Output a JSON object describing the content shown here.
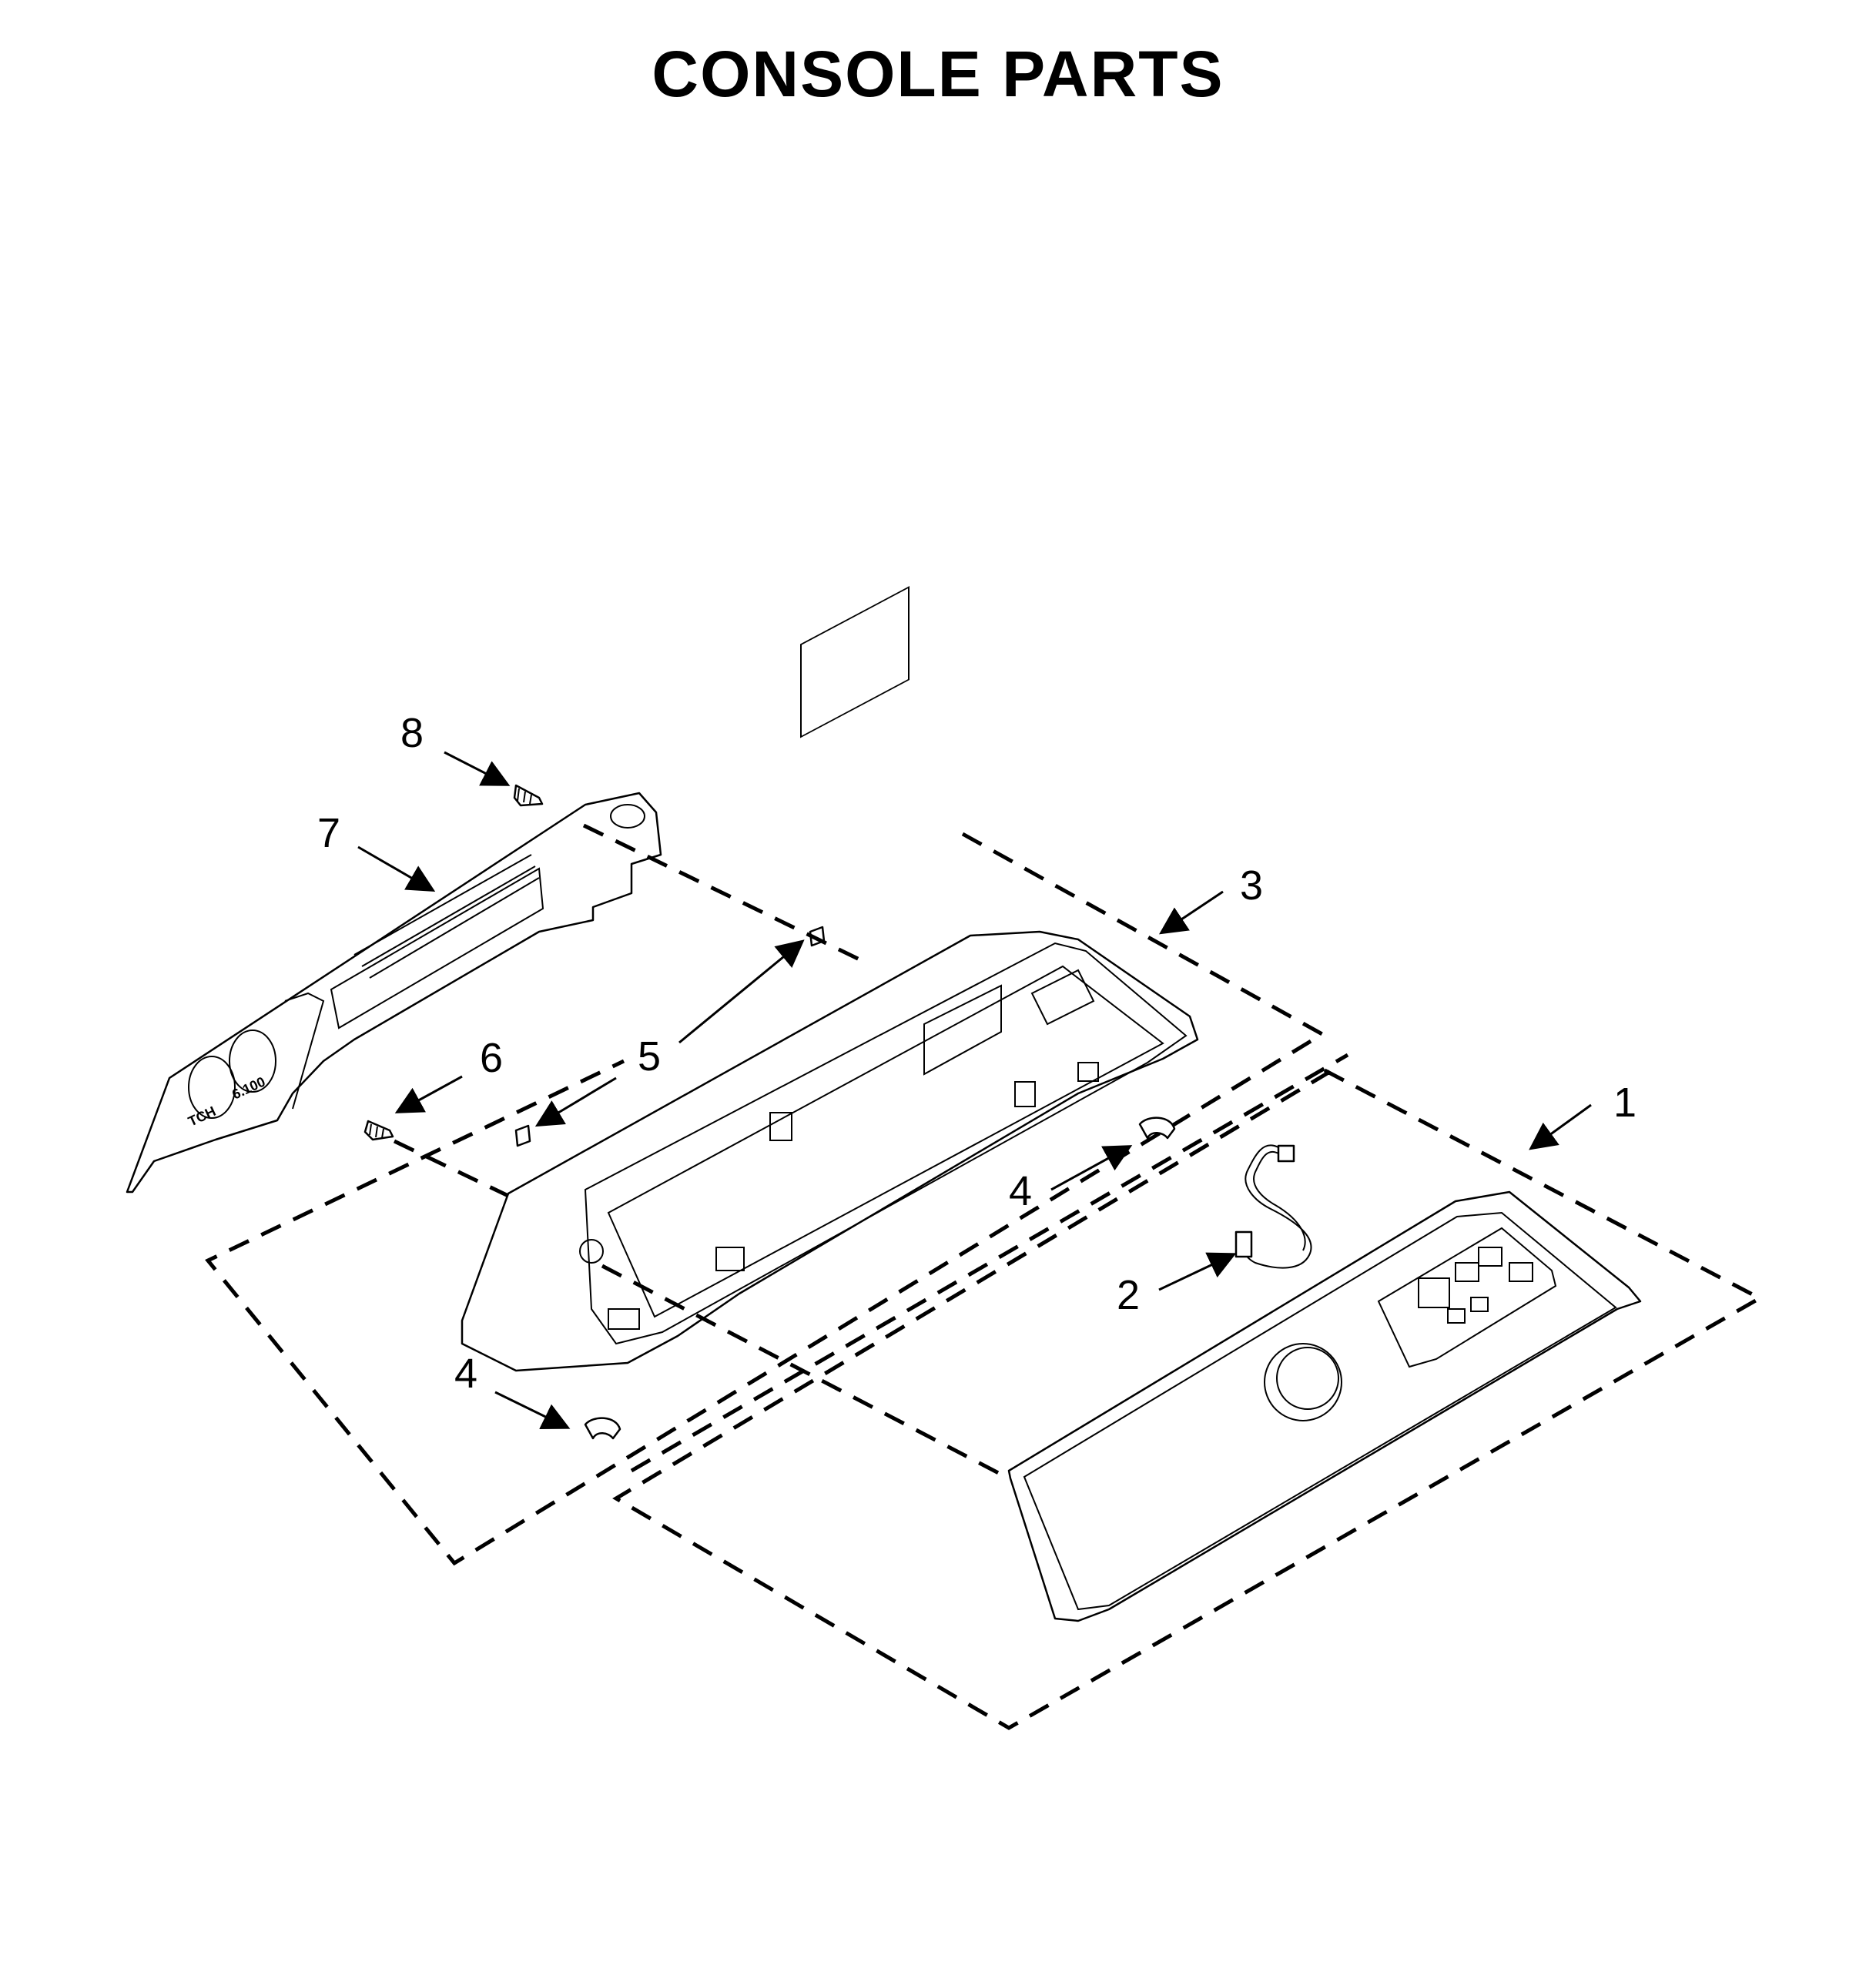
{
  "title": "CONSOLE PARTS",
  "callouts": [
    {
      "id": "1",
      "label": "1"
    },
    {
      "id": "2",
      "label": "2"
    },
    {
      "id": "3",
      "label": "3"
    },
    {
      "id": "4a",
      "label": "4"
    },
    {
      "id": "4b",
      "label": "4"
    },
    {
      "id": "5",
      "label": "5"
    },
    {
      "id": "6",
      "label": "6"
    },
    {
      "id": "7",
      "label": "7"
    },
    {
      "id": "8",
      "label": "8"
    }
  ],
  "rear_panel_markings": [
    "TCH",
    "6.100"
  ]
}
